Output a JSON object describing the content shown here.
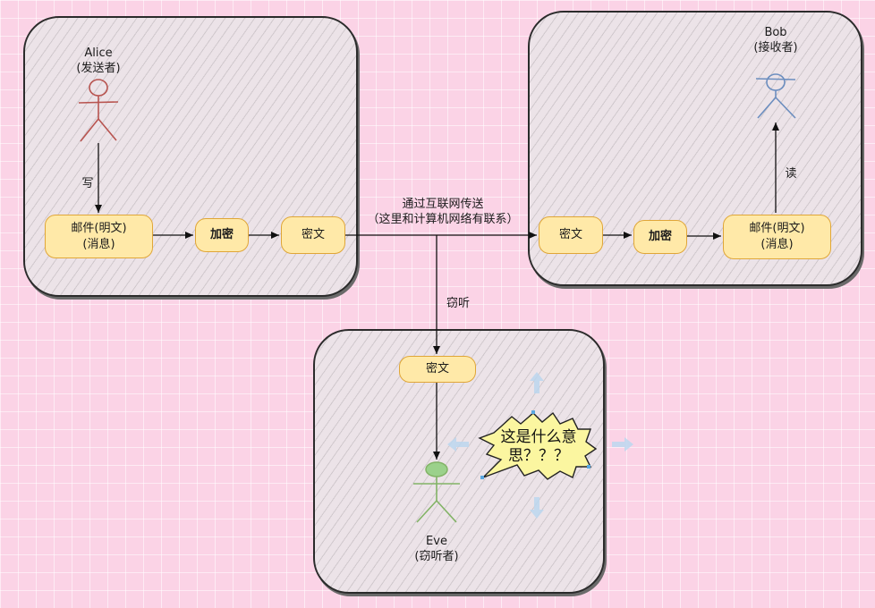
{
  "actors": {
    "alice": {
      "name": "Alice",
      "role": "(发送者)",
      "color": "#b85450"
    },
    "bob": {
      "name": "Bob",
      "role": "(接收者)",
      "color": "#6c8ebf"
    },
    "eve": {
      "name": "Eve",
      "role": "(窃听者)",
      "color": "#82b366"
    }
  },
  "alice_panel": {
    "write_label": "写",
    "mail_line1": "邮件(明文)",
    "mail_line2": "(消息)",
    "encrypt": "加密",
    "ciphertext": "密文"
  },
  "bob_panel": {
    "ciphertext": "密文",
    "encrypt": "加密",
    "mail_line1": "邮件(明文)",
    "mail_line2": "(消息)",
    "read_label": "读"
  },
  "transfer": {
    "line1": "通过互联网传送",
    "line2": "（这里和计算机网络有联系）"
  },
  "eavesdrop_label": "窃听",
  "eve_panel": {
    "ciphertext": "密文",
    "speech_line1": "这是什么意",
    "speech_line2": "思？？？"
  },
  "colors": {
    "background": "#fbd3e6",
    "box_fill": "#ffe9a8",
    "box_border": "#e0a638",
    "speech_fill": "#fbf6a0"
  }
}
